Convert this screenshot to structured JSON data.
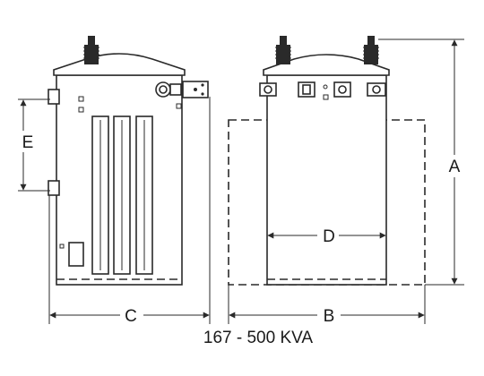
{
  "labels": {
    "height": "A",
    "width_tank": "B",
    "depth_side": "C",
    "tank_inner": "D",
    "mount_spacing": "E"
  },
  "caption": "167 - 500 KVA",
  "colors": {
    "ink": "#2a2a2a",
    "background": "#ffffff"
  },
  "icons": {
    "hv_bushing": "bushing-icon",
    "lv_terminal": "terminal-icon",
    "mount_bracket": "bracket-icon"
  }
}
